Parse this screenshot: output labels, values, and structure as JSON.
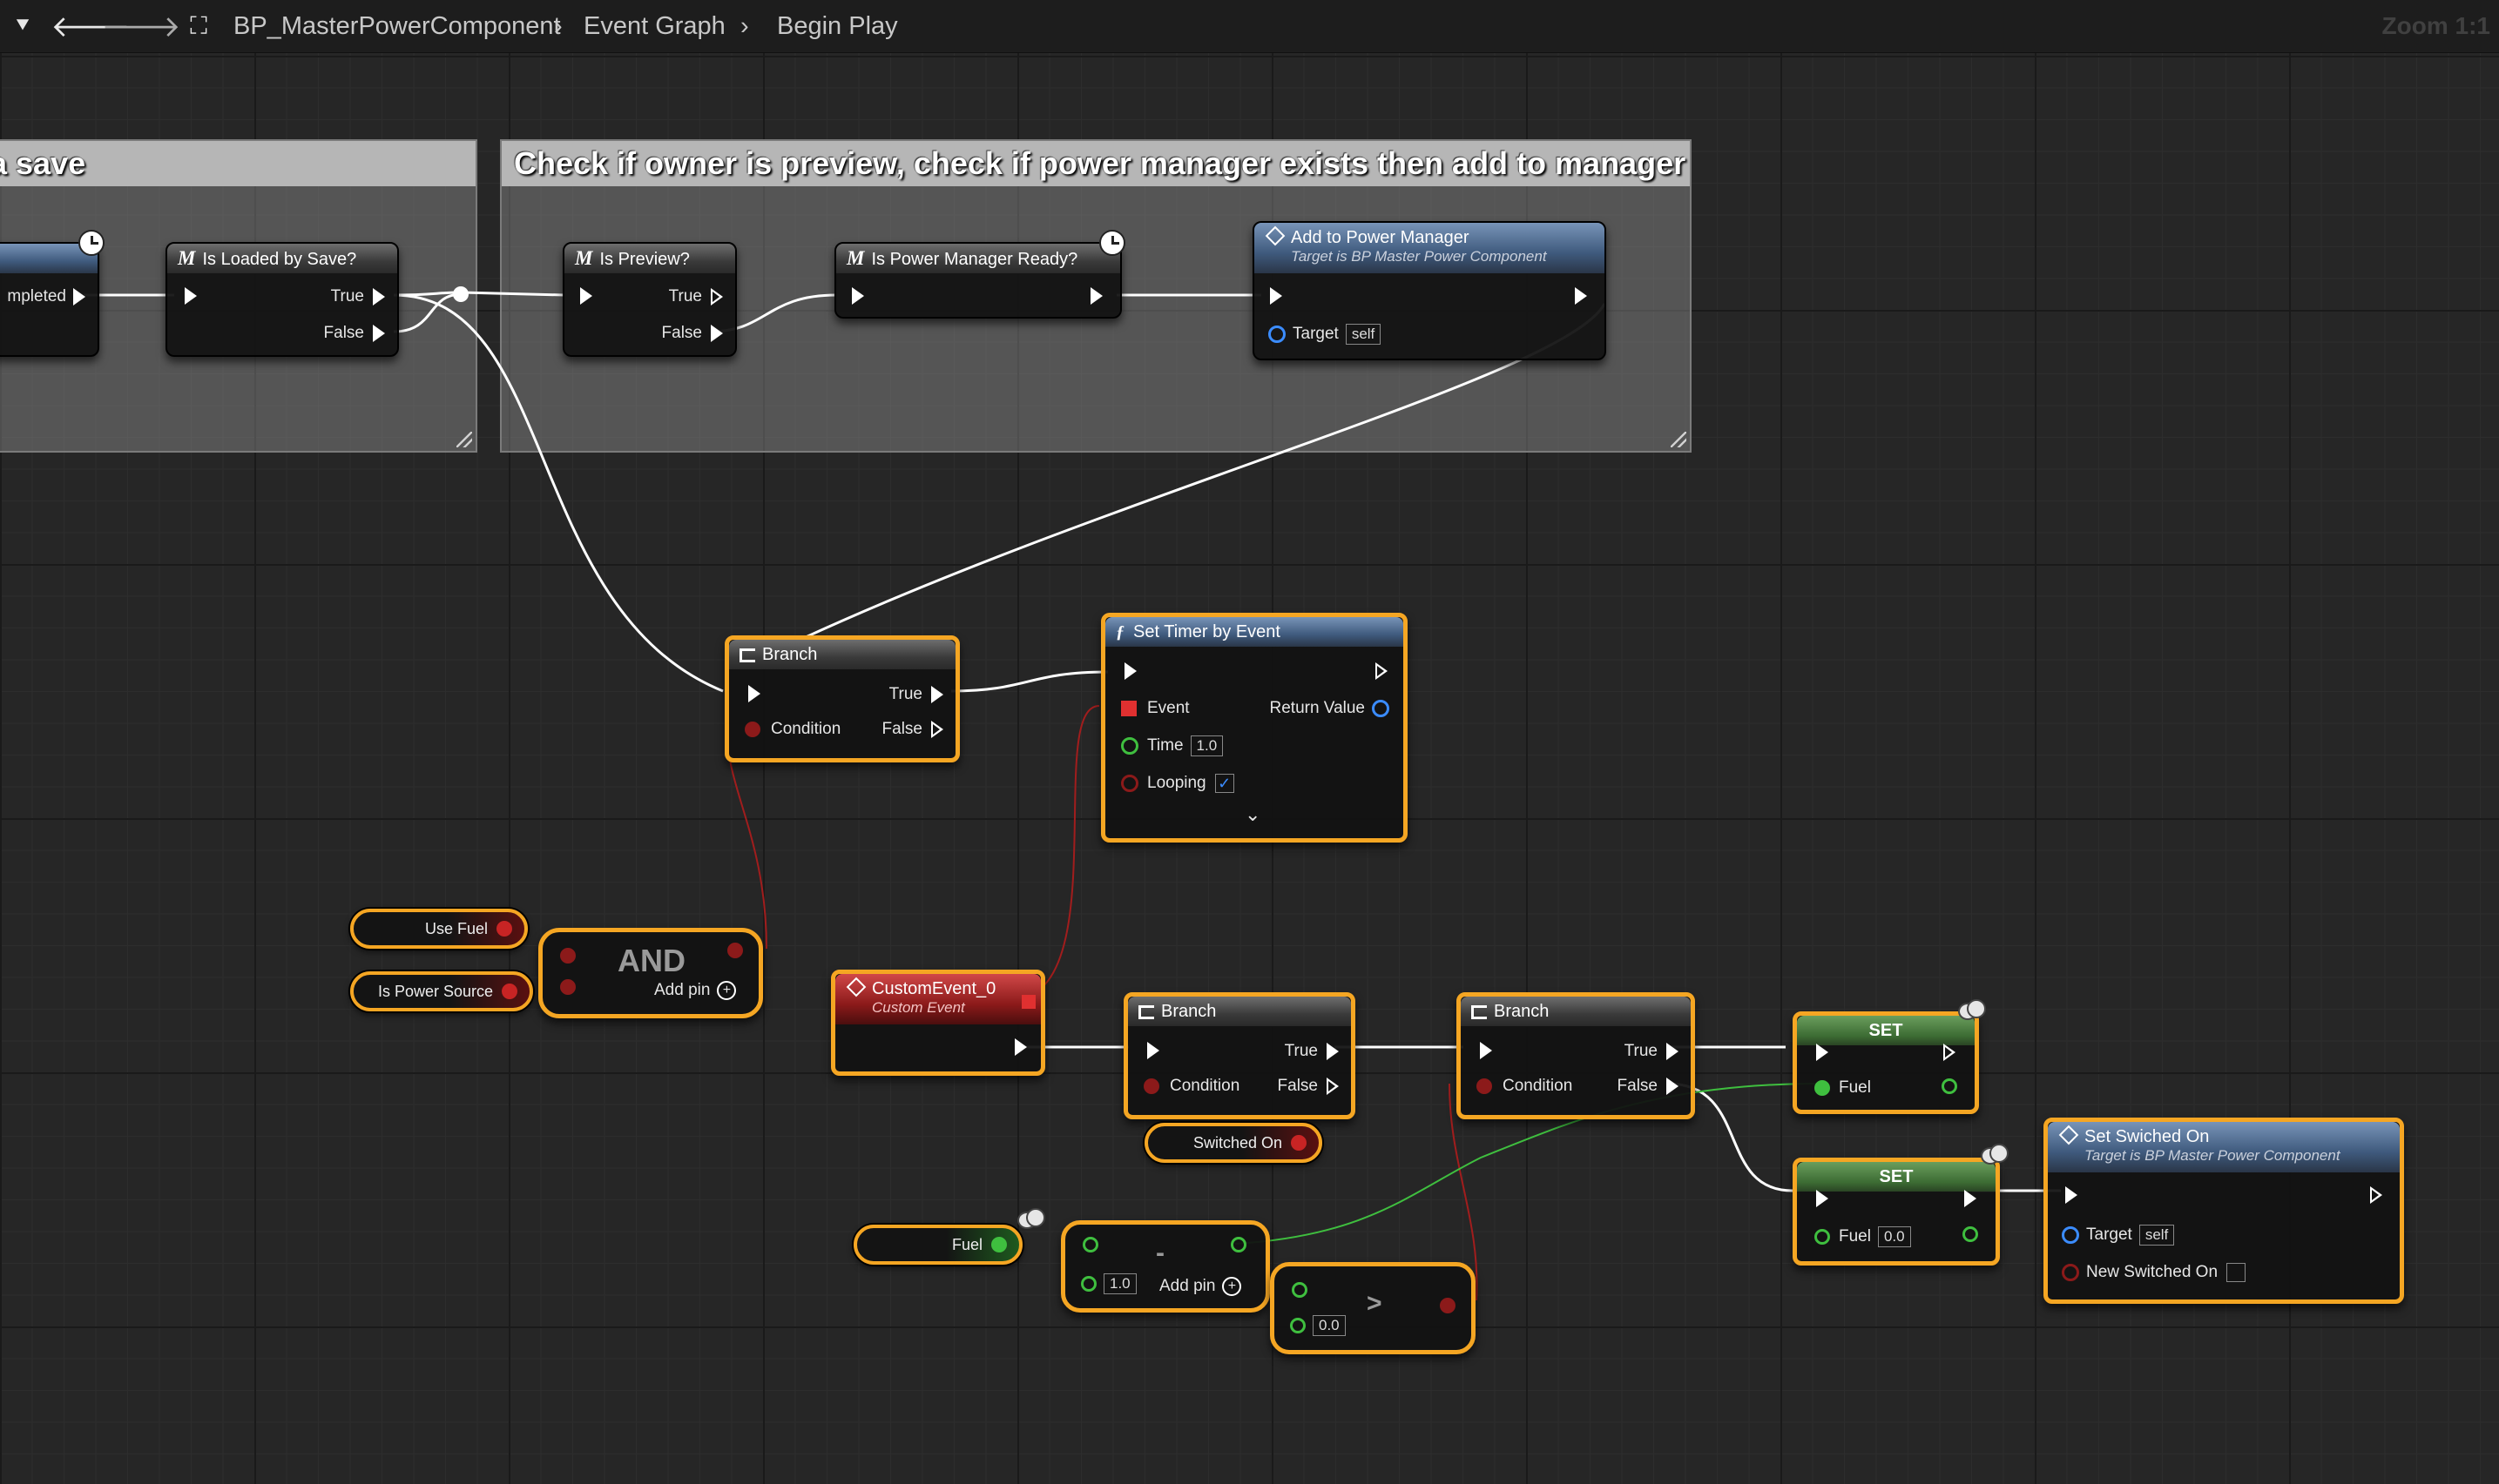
{
  "toolbar": {
    "blueprint_name": "BP_MasterPowerComponent",
    "graph_name": "Event Graph",
    "section_name": "Begin Play",
    "zoom_label": "Zoom 1:1"
  },
  "comments": {
    "left_title": "a save",
    "right_title": "Check if owner is preview, check if power manager exists then add to manager"
  },
  "nodes": {
    "partial_left": {
      "pin_label": "mpleted"
    },
    "is_loaded_by_save": {
      "title": "Is Loaded by Save?",
      "true_label": "True",
      "false_label": "False"
    },
    "is_preview": {
      "title": "Is Preview?",
      "true_label": "True",
      "false_label": "False"
    },
    "is_power_manager_ready": {
      "title": "Is Power Manager Ready?"
    },
    "add_to_power_manager": {
      "title": "Add to Power Manager",
      "subtitle": "Target is BP Master Power Component",
      "target_label": "Target",
      "target_value": "self"
    },
    "branch_1": {
      "title": "Branch",
      "true_label": "True",
      "false_label": "False",
      "condition_label": "Condition"
    },
    "set_timer": {
      "title": "Set Timer by Event",
      "event_label": "Event",
      "return_label": "Return Value",
      "time_label": "Time",
      "time_value": "1.0",
      "looping_label": "Looping"
    },
    "use_fuel": {
      "label": "Use Fuel"
    },
    "is_power_source": {
      "label": "Is Power Source"
    },
    "and_node": {
      "title": "AND",
      "add_pin": "Add pin"
    },
    "custom_event": {
      "title": "CustomEvent_0",
      "subtitle": "Custom Event"
    },
    "branch_2": {
      "title": "Branch",
      "true_label": "True",
      "false_label": "False",
      "condition_label": "Condition"
    },
    "branch_3": {
      "title": "Branch",
      "true_label": "True",
      "false_label": "False",
      "condition_label": "Condition"
    },
    "switched_on": {
      "label": "Switched On"
    },
    "set_1": {
      "title": "SET",
      "fuel_label": "Fuel"
    },
    "set_2": {
      "title": "SET",
      "fuel_label": "Fuel",
      "fuel_value": "0.0"
    },
    "set_switched_on": {
      "title": "Set Swiched On",
      "subtitle": "Target is BP Master Power Component",
      "target_label": "Target",
      "target_value": "self",
      "new_label": "New Switched On"
    },
    "fuel_get": {
      "label": "Fuel"
    },
    "subtract": {
      "symbol": "-",
      "value": "1.0",
      "add_pin": "Add pin"
    },
    "greater": {
      "symbol": ">",
      "value": "0.0"
    }
  },
  "colors": {
    "selection": "#f5a623",
    "exec_wire": "#ffffff",
    "bool_wire": "#8c1a1a",
    "float_wire": "#3fbf3f",
    "object_pin": "#3b8cff"
  }
}
